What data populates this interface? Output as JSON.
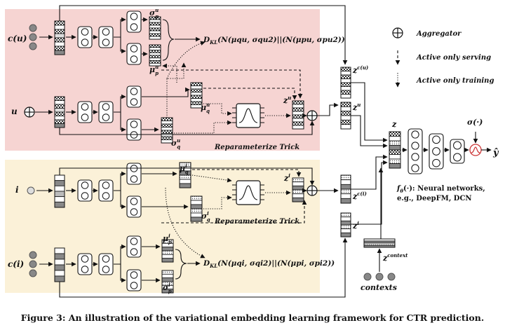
{
  "user_tower": {
    "input_cu": "c(u)",
    "input_u": "u",
    "sigma_p_u": "σ",
    "sigma_p_u_sup": "u",
    "sigma_p_u_sub": "p",
    "mu_p_u": "μ",
    "mu_p_u_sup": "u",
    "mu_p_u_sub": "p",
    "mu_q_u": "μ",
    "mu_q_u_sup": "u",
    "mu_q_u_sub": "q",
    "sigma_q_u": "σ",
    "sigma_q_u_sup": "u",
    "sigma_q_u_sub": "q",
    "z_u": "z",
    "z_u_sup": "u",
    "kl": "D",
    "kl_sub": "KL",
    "kl_body": "(N(μ",
    "kl_rest": "q",
    "kl_formula": "(N(μqu, σqu2)||(N(μpu, σpu2))",
    "reparam": "Reparameterize Trick"
  },
  "item_tower": {
    "input_i": "i",
    "input_ci": "c(i)",
    "mu_q_i_sup": "i",
    "sigma_q_i_sup": "i",
    "mu_p_i_sup": "i",
    "sigma_p_i_sup": "i",
    "z_i_sup": "i",
    "kl_formula": "(N(μqi, σqi2)||(N(μpi, σpi2))",
    "reparam": "Reparameterize Trick"
  },
  "right": {
    "z_cu": "z",
    "z_cu_sup": "c(u)",
    "z_u": "z",
    "z_u_sup": "u",
    "z_ci": "z",
    "z_ci_sup": "c(i)",
    "z_i": "z",
    "z_i_sup": "i",
    "z": "z",
    "z_context": "z",
    "z_context_sup": "context",
    "contexts": "contexts",
    "sigma_fn": "σ(·)",
    "y_hat": "ŷ",
    "f_theta_line1": "(·): Neural networks,",
    "f_theta_line2": "e.g., DeepFM, DCN",
    "f_theta_symbol": "f",
    "f_theta_sub": "θ"
  },
  "legend": {
    "aggregator": "Aggregator",
    "serving": "Active only serving",
    "training": "Active only training"
  },
  "caption": "Figure 3: An illustration of the variational embedding learning framework for CTR prediction.",
  "colors": {
    "user_bg": "#f6d4d2",
    "item_bg": "#fbf1d8",
    "stroke": "#111111"
  }
}
